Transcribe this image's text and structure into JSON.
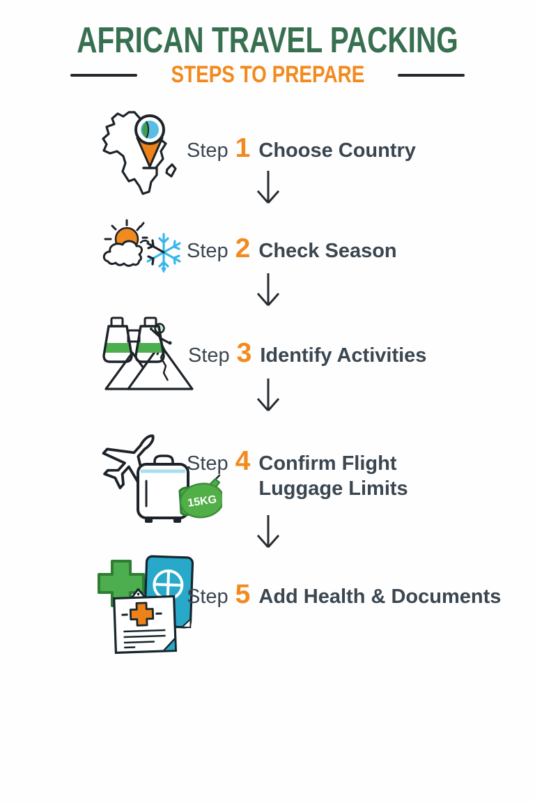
{
  "header": {
    "title": "AFRICAN TRAVEL PACKING",
    "subtitle": "STEPS TO PREPARE"
  },
  "steps": [
    {
      "label": "Step",
      "number": "1",
      "title": "Choose Country",
      "icon": "africa-map-pin-icon"
    },
    {
      "label": "Step",
      "number": "2",
      "title": "Check Season",
      "icon": "sun-snowflake-icon"
    },
    {
      "label": "Step",
      "number": "3",
      "title": "Identify Activities",
      "icon": "binoculars-mountains-icon"
    },
    {
      "label": "Step",
      "number": "4",
      "title": "Confirm Flight\nLuggage Limits",
      "icon": "airplane-luggage-icon",
      "badge": "15KG"
    },
    {
      "label": "Step",
      "number": "5",
      "title": "Add Health & Documents",
      "icon": "health-documents-icon"
    }
  ],
  "colors": {
    "title_green": "#377050",
    "accent_orange": "#f28a1e",
    "text_dark": "#3a4650",
    "outline_dark": "#1d2329",
    "icon_green": "#4cae4f",
    "icon_teal": "#29a9c9",
    "snowflake_blue": "#38b7ea",
    "pin_orange": "#ee8218"
  }
}
